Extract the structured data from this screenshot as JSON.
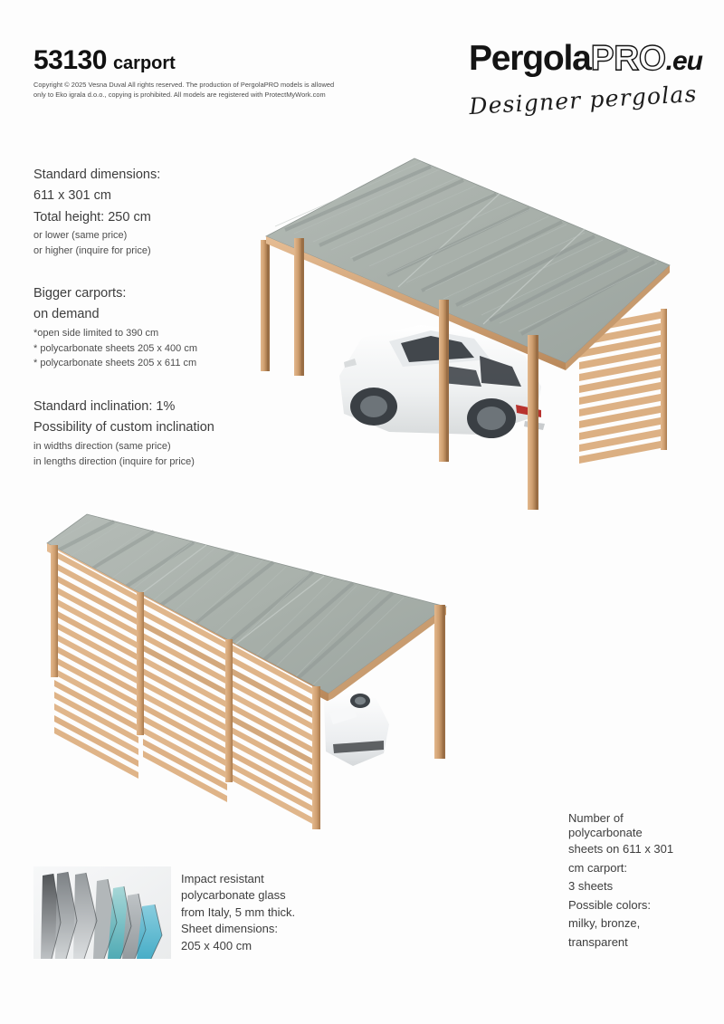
{
  "header": {
    "model_number": "53130",
    "model_type": "carport",
    "copyright_line1": "Copyright © 2025 Vesna Duval All rights reserved. The production of PergolaPRO models is allowed",
    "copyright_line2": "only to Eko igrala d.o.o., copying is prohibited. All models are registered with ProtectMyWork.com"
  },
  "logo": {
    "part_bold": "Pergola",
    "part_outline": "PRO",
    "part_domain": ".eu",
    "tagline": "Designer pergolas"
  },
  "specs": {
    "dimensions": {
      "heading": "Standard dimensions:",
      "value": "611 x 301 cm",
      "height_label": "Total height: 250 cm",
      "note1": "or lower (same price)",
      "note2": "or higher (inquire for price)"
    },
    "bigger": {
      "heading": "Bigger carports:",
      "value": "on demand",
      "note1": "*open side limited to 390 cm",
      "note2": "* polycarbonate sheets 205 x 400 cm",
      "note3": "* polycarbonate sheets 205 x 611 cm"
    },
    "inclination": {
      "heading": "Standard inclination: 1%",
      "custom": "Possibility of custom inclination",
      "note1": "in widths direction (same price)",
      "note2": "in lengths direction (inquire for price)"
    }
  },
  "sample": {
    "line1": "Impact resistant",
    "line2": "polycarbonate glass",
    "line3": "from Italy, 5 mm thick.",
    "line4": "Sheet dimensions:",
    "line5": "205 x 400 cm"
  },
  "sheets_info": {
    "line1": "Number of",
    "line2": "polycarbonate",
    "line3": "sheets on 611 x 301",
    "line4": "cm carport:",
    "line5": "3 sheets",
    "line6": "Possible colors:",
    "line7": "milky, bronze,",
    "line8": "transparent"
  },
  "colors": {
    "wood_light": "#e0b488",
    "wood_mid": "#c99a6c",
    "wood_dark": "#a87a4e",
    "roof_panel": "#a9b1ab",
    "roof_beam": "#9ca3a0",
    "car_body": "#f2f3f4",
    "text": "#3d3d3d",
    "background": "#fdfdfd"
  }
}
